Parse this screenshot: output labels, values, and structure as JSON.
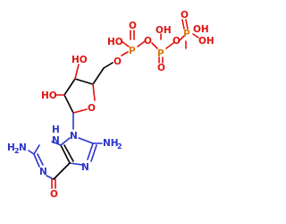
{
  "molecule": {
    "colors": {
      "oxygen": "#e0140f",
      "nitrogen": "#2b34c9",
      "phosphorus": "#e07a0a",
      "carbon_bond": "#000000",
      "background": "#ffffff"
    },
    "labels": {
      "ho_p1": "HO",
      "p1": "P",
      "o_p1_top": "O",
      "o_bridge1": "O",
      "oh_p2": "OH",
      "p2": "P",
      "o_p2_bottom": "O",
      "o_bridge2": "O",
      "o_p3_top": "O",
      "p3": "P",
      "oh_p3_right": "OH",
      "oh_p3_bottom": "OH",
      "o_5prime": "O",
      "ho_3prime": "HO",
      "ho_2prime": "HO",
      "o_ring": "O",
      "n9": "N",
      "n7": "N",
      "nh2_c8": "NH",
      "nh2_c8_sub": "2",
      "n3": "N",
      "h_n3": "H",
      "h2n_c2": "H",
      "h2n_c2_sub": "2",
      "h2n_c2_n": "N",
      "n1": "N",
      "o_c6": "O"
    }
  }
}
